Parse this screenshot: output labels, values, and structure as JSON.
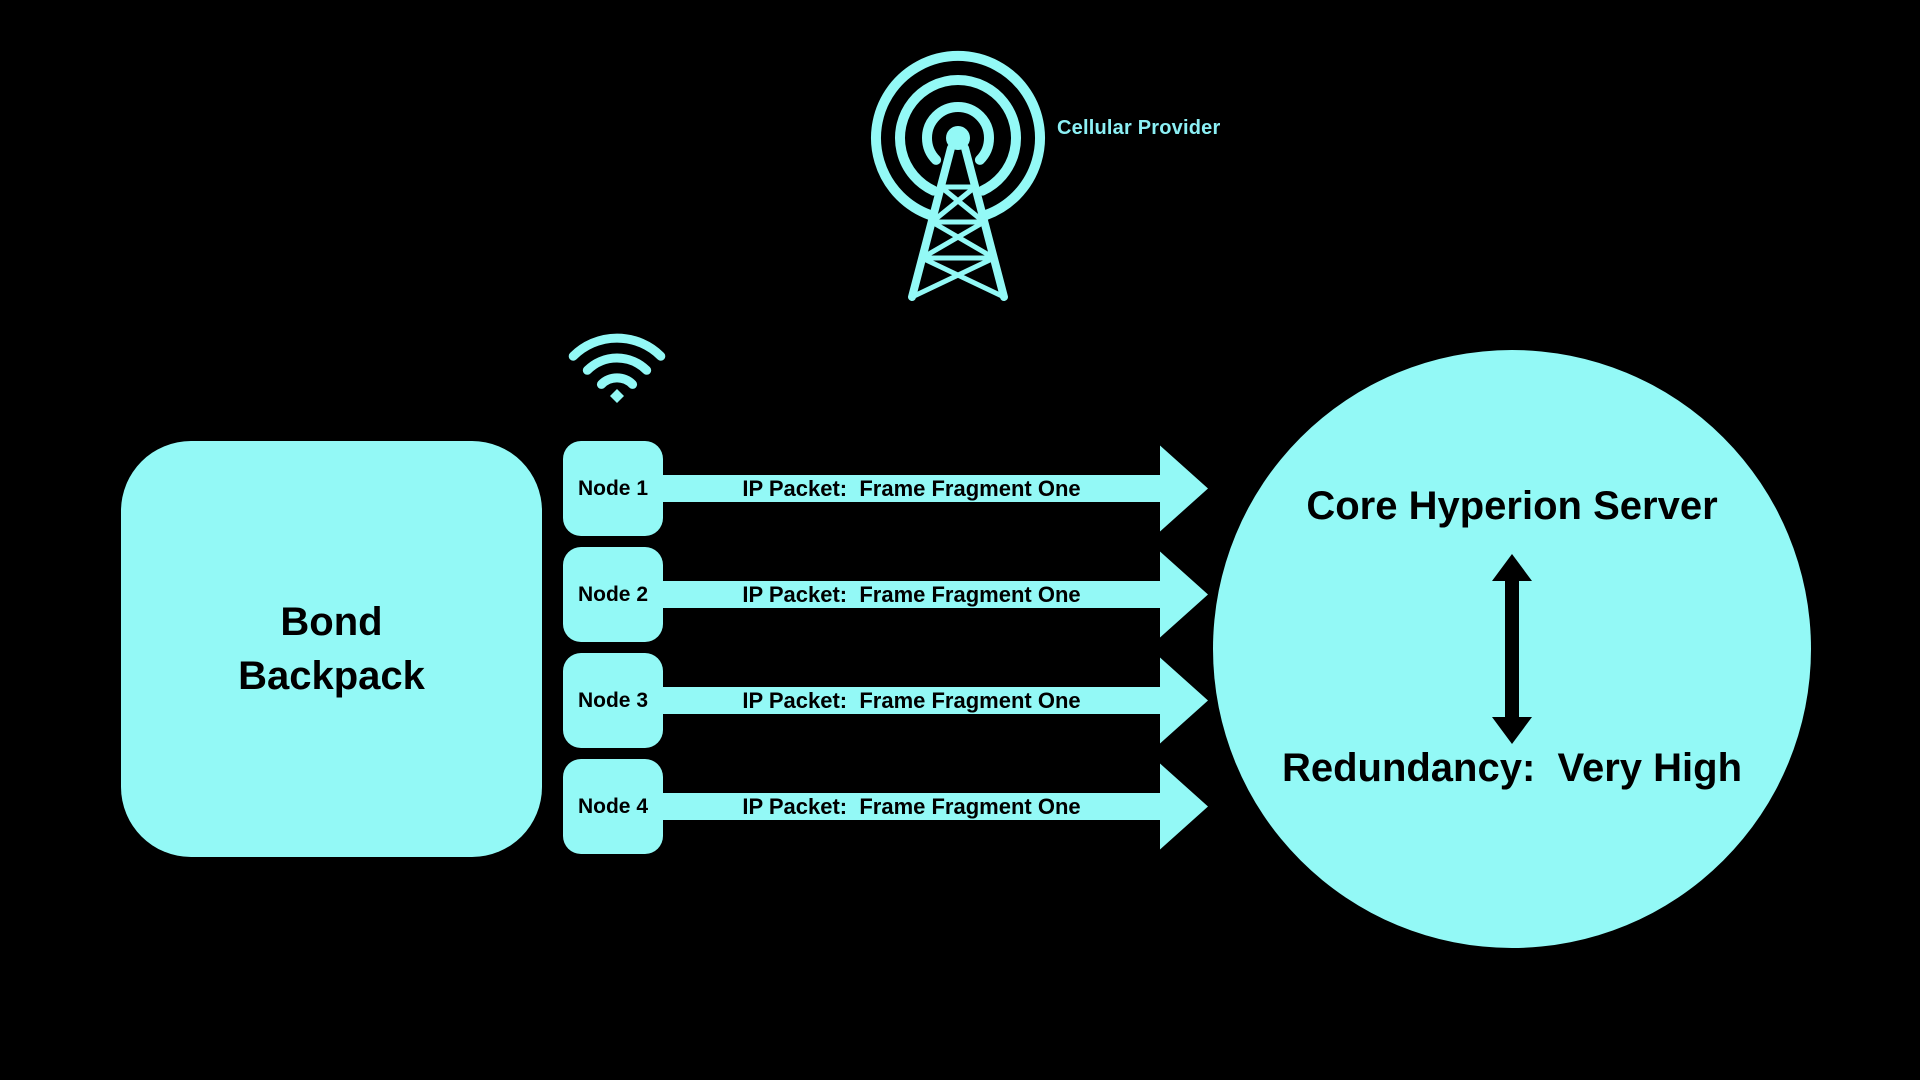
{
  "colors": {
    "background": "#000000",
    "accent_cyan": "#93F9F6",
    "cellular_label_cyan": "#8CF0F5",
    "text_dark": "#000000"
  },
  "cellular": {
    "label": "Cellular Provider",
    "icon": "cell-tower-icon"
  },
  "local_wireless": {
    "icon": "wifi-icon"
  },
  "backpack": {
    "title": "Bond\nBackpack"
  },
  "nodes": [
    {
      "label": "Node 1",
      "packet_label": "IP Packet:  Frame Fragment One"
    },
    {
      "label": "Node 2",
      "packet_label": "IP Packet:  Frame Fragment One"
    },
    {
      "label": "Node 3",
      "packet_label": "IP Packet:  Frame Fragment One"
    },
    {
      "label": "Node 4",
      "packet_label": "IP Packet:  Frame Fragment One"
    }
  ],
  "server": {
    "title": "Core Hyperion Server",
    "redundancy": "Redundancy:  Very High",
    "icon": "double-arrow-icon"
  }
}
